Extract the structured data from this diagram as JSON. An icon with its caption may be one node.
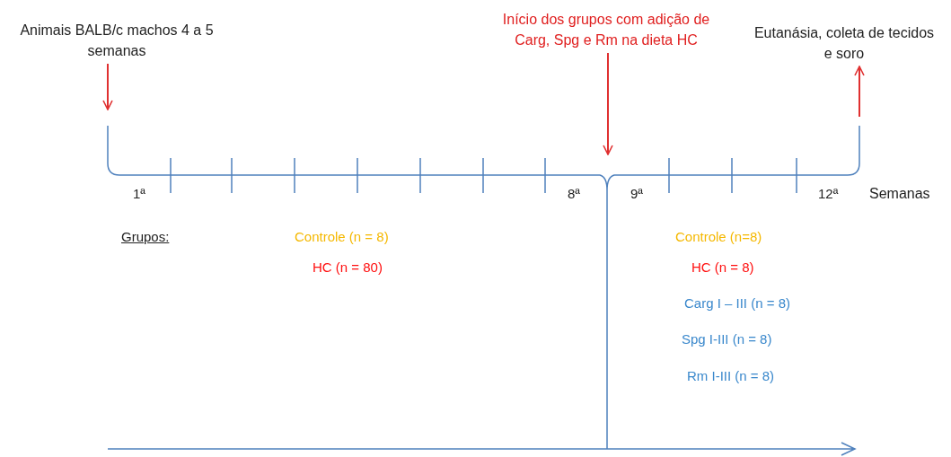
{
  "diagram": {
    "nodes": [
      {
        "text": [
          "Animais BALB/c machos 4 a 5 semanas"
        ]
      },
      {
        "text": [
          "Início dos grupos com adição de Carg, Spg e Rm na dieta HC"
        ]
      },
      {
        "text": [
          "Eutanásia, coleta de tecidos e soro"
        ]
      }
    ],
    "edges": [
      {
        "from": 0,
        "to": null,
        "arrow": "to",
        "color": "#e03030"
      },
      {
        "from": 1,
        "to": null,
        "arrow": "to",
        "color": "#e03030"
      },
      {
        "from": null,
        "to": 2,
        "arrow": "to",
        "color": "#e03030"
      }
    ],
    "labels": [
      "1ª",
      "8ª",
      "9ª",
      "12ª",
      "Semanas",
      "Grupos:",
      "Controle (n = 8)",
      "Controle (n=8)",
      "HC (n = 80)",
      "HC (n = 8)",
      "Carg I – III (n = 8)",
      "Spg I-III (n = 8)",
      "Rm I-III (n = 8)"
    ]
  }
}
